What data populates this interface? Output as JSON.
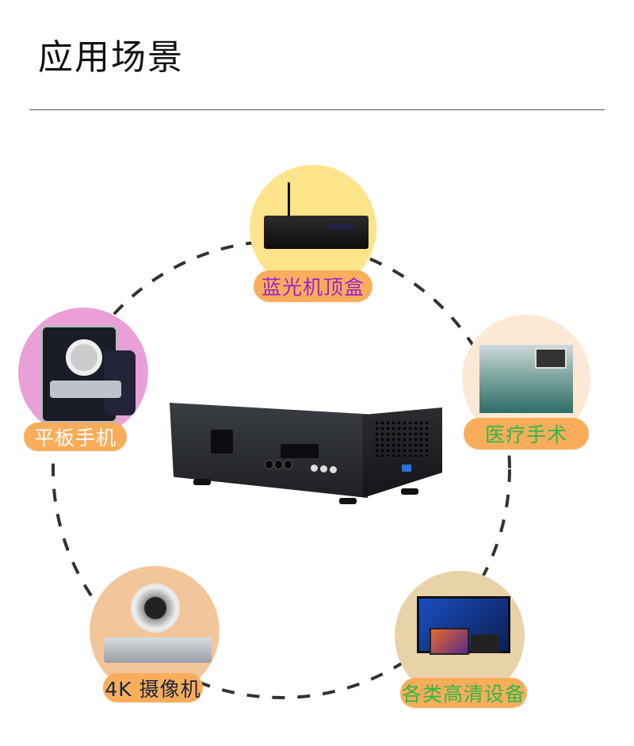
{
  "title": "应用场景",
  "scenarios": [
    {
      "label": "蓝光机顶盒",
      "text_color": "#9b1fd1",
      "icon": "set-top-box-icon"
    },
    {
      "label": "平板手机",
      "text_color": "#ffffff",
      "icon": "tablet-phone-icon"
    },
    {
      "label": "医疗手术",
      "text_color": "#2db84a",
      "icon": "surgery-icon"
    },
    {
      "label": "4K 摄像机",
      "text_color": "#1a2340",
      "icon": "ptz-camera-icon"
    },
    {
      "label": "各类高清设备",
      "text_color": "#2db84a",
      "icon": "hd-displays-icon"
    }
  ],
  "colors": {
    "pill": "#f9ad5a",
    "ring": "#333333"
  }
}
